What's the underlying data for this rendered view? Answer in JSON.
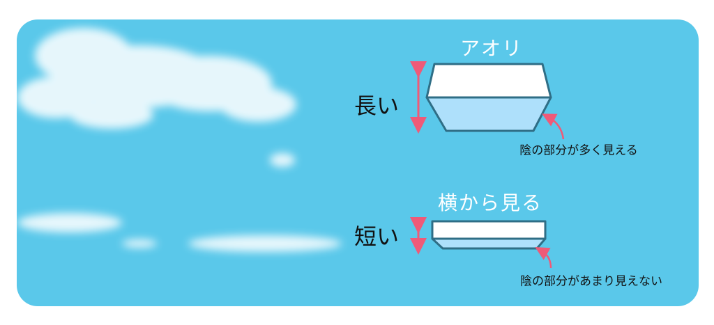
{
  "colors": {
    "sky": "#5ac8ea",
    "arrow": "#ef5a78",
    "box_outline": "#2f6e86",
    "shadow_face": "#aee0fb",
    "top_face": "#ffffff"
  },
  "top_diagram": {
    "title": "アオリ",
    "height_label": "長い",
    "note": "陰の部分が多く見える"
  },
  "bottom_diagram": {
    "title": "横から見る",
    "height_label": "短い",
    "note": "陰の部分があまり見えない"
  }
}
